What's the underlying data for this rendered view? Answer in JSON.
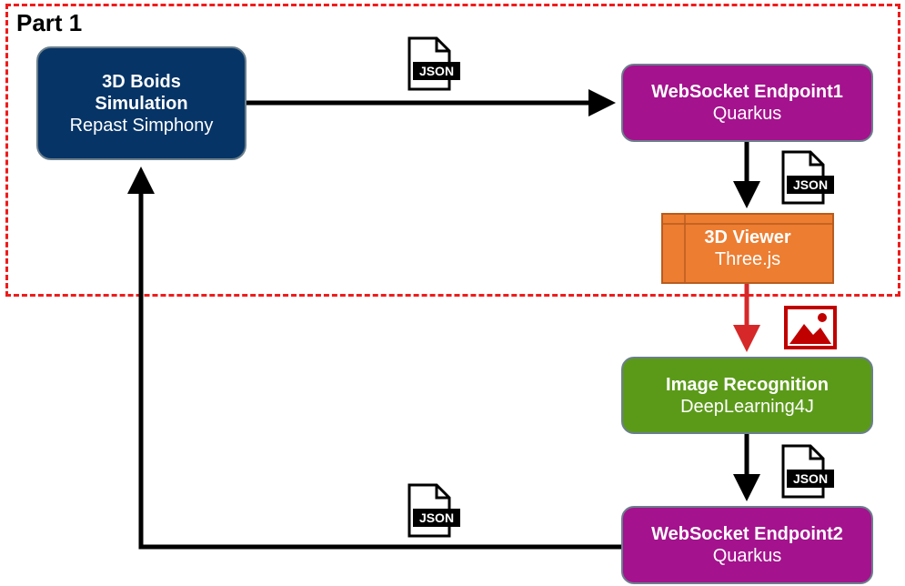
{
  "part": {
    "label": "Part 1"
  },
  "nodes": {
    "simulation": {
      "title": "3D Boids Simulation",
      "subtitle": "Repast Simphony"
    },
    "ws1": {
      "title": "WebSocket Endpoint1",
      "subtitle": "Quarkus"
    },
    "viewer": {
      "title": "3D Viewer",
      "subtitle": "Three.js"
    },
    "recognition": {
      "title": "Image Recognition",
      "subtitle": "DeepLearning4J"
    },
    "ws2": {
      "title": "WebSocket Endpoint2",
      "subtitle": "Quarkus"
    }
  },
  "icons": {
    "json_label": "JSON",
    "json_icon": "json-file-icon",
    "image_icon": "image-icon"
  },
  "colors": {
    "simulation": "#063466",
    "websocket": "#a4128d",
    "viewer": "#ed7d31",
    "recognition": "#5b9a19",
    "part_border": "#ee1c1c",
    "image_arrow": "#d62828",
    "image_icon": "#c00000"
  }
}
